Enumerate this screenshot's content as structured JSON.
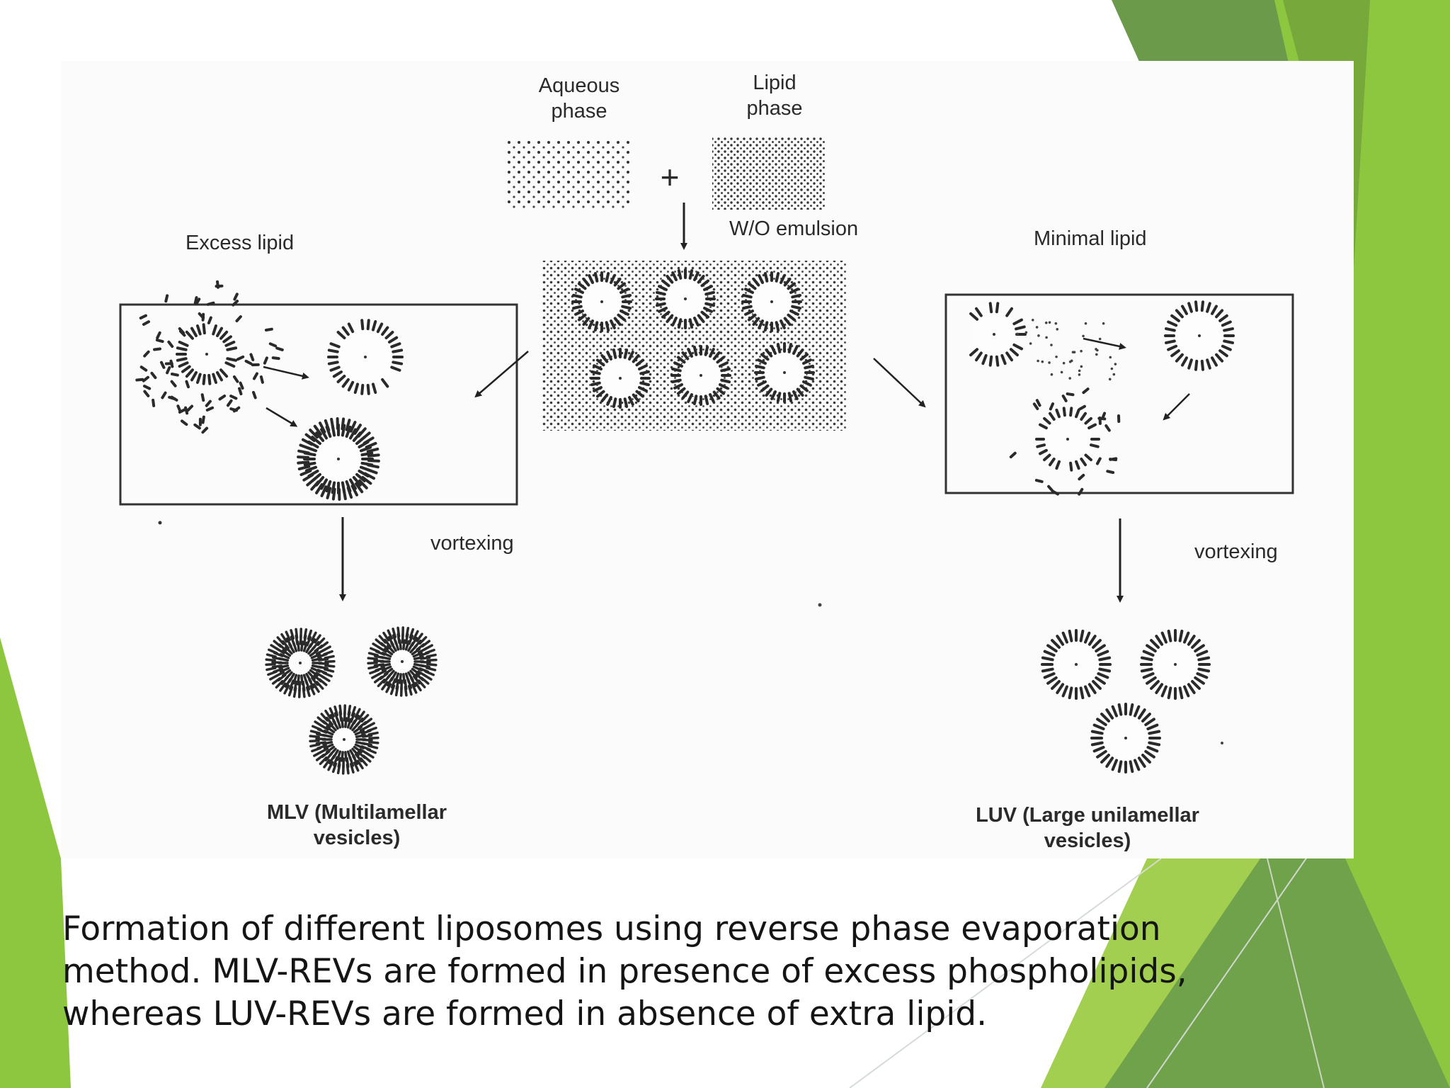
{
  "slide": {
    "accent_colors": [
      "#8dc63f",
      "#76a83b",
      "#6a9a4a",
      "#a3cf50"
    ]
  },
  "diagram": {
    "aqueous_phase": [
      "Aqueous",
      "phase"
    ],
    "lipid_phase": [
      "Lipid",
      "phase"
    ],
    "plus_sign": "+",
    "emulsion": "W/O emulsion",
    "excess_lipid": "Excess lipid",
    "minimal_lipid": "Minimal lipid",
    "vortexing_left": "vortexing",
    "vortexing_right": "vortexing",
    "mlv": [
      "MLV (Multilamellar",
      "vesicles)"
    ],
    "luv": [
      "LUV (Large unilamellar",
      "vesicles)"
    ]
  },
  "caption": {
    "line1": "Formation of different liposomes using reverse phase evaporation",
    "line2": "method. MLV-REVs are formed in presence of excess phospholipids,",
    "line3": "whereas LUV-REVs are formed in absence of extra lipid."
  }
}
